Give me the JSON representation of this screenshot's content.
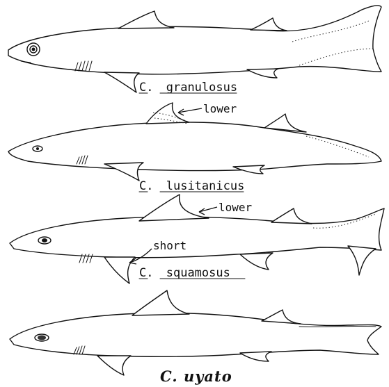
{
  "figure": {
    "sharks": [
      {
        "genus": "C.",
        "species": "granulosus"
      },
      {
        "genus": "C.",
        "species": "lusitanicus",
        "note": "lower"
      },
      {
        "genus": "C.",
        "species": "squamosus",
        "note_dorsal": "lower",
        "note_pectoral": "short"
      },
      {
        "name": "C. uyato"
      }
    ]
  }
}
